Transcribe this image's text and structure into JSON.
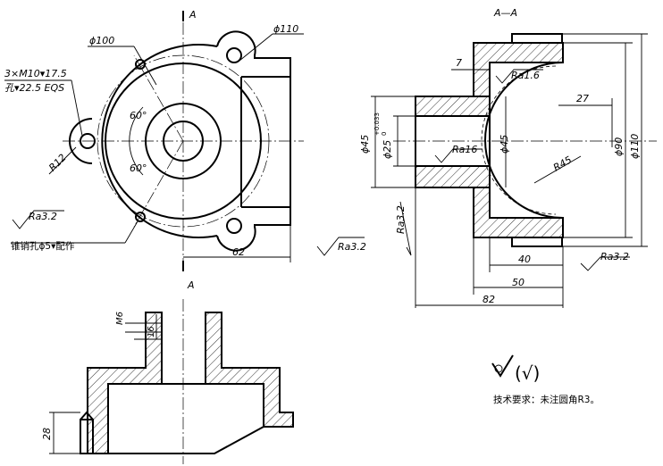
{
  "labels": {
    "section_mark": "A",
    "section_title": "A—A",
    "dia_100": "ϕ100",
    "dia_110": "ϕ110",
    "holes_1": "3×M10▾17.5",
    "holes_2": "孔▾22.5 EQS",
    "angle_top": "60°",
    "angle_bot": "60°",
    "r12": "R12",
    "ra32": "Ra3.2",
    "pin_hole": "锥销孔ϕ5▾配作",
    "dim_62": "62",
    "dim_7": "7",
    "ra16_top": "Ra1.6",
    "dim_27": "27",
    "dia_45_left": "ϕ45",
    "dia_25": "ϕ25",
    "tol_upper": "+0.033",
    "tol_lower": "0",
    "dia_45_inner": "ϕ45",
    "ra16_bore": "Ra16",
    "r45": "R45",
    "dia_90": "ϕ90",
    "dia_110_right": "ϕ110",
    "dim_40": "40",
    "dim_50": "50",
    "dim_82": "82",
    "m6": "M6",
    "dim_16": "16",
    "dim_28": "28",
    "tech_req": "技术要求：未注圆角R3。",
    "rough_symbol": "(√)"
  },
  "colors": {
    "line": "#000000",
    "background": "#ffffff"
  }
}
